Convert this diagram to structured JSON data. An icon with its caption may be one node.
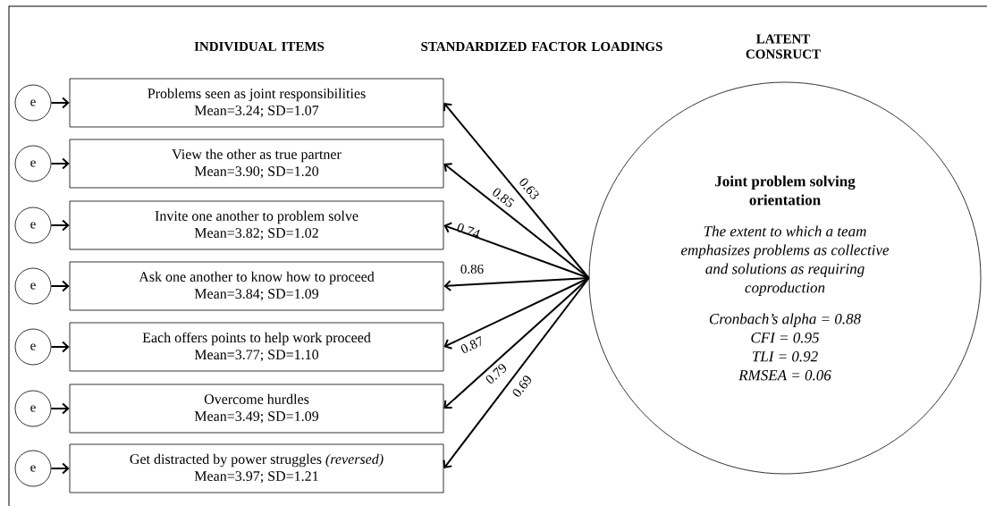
{
  "diagram": {
    "nodes": [
      {
        "text": [
          "e"
        ]
      },
      {
        "text": [
          "Problems seen as joint responsibilities",
          "Mean=3.24; SD=1.07"
        ]
      },
      {
        "text": [
          "e"
        ]
      },
      {
        "text": [
          "View the other as true partner",
          "Mean=3.90; SD=1.20"
        ]
      },
      {
        "text": [
          "e"
        ]
      },
      {
        "text": [
          "Invite one another to problem solve",
          "Mean=3.82; SD=1.02"
        ]
      },
      {
        "text": [
          "e"
        ]
      },
      {
        "text": [
          "Ask one another to know how to proceed",
          "Mean=3.84; SD=1.09"
        ]
      },
      {
        "text": [
          "e"
        ]
      },
      {
        "text": [
          "Each offers points to help work proceed",
          "Mean=3.77; SD=1.10"
        ]
      },
      {
        "text": [
          "e"
        ]
      },
      {
        "text": [
          "Overcome hurdles",
          "Mean=3.49; SD=1.09"
        ]
      },
      {
        "text": [
          "e"
        ]
      },
      {
        "text": [
          "Get distracted by power struggles *(reversed)*",
          "Mean=3.97; SD=1.21"
        ]
      },
      {
        "text": [
          "Joint problem solving orientation",
          "The extent to which a team emphasizes problems as collective and solutions as requiring coproduction",
          "Cronbach’s alpha = 0.88",
          "CFI = 0.95",
          "TLI = 0.92",
          "RMSEA = 0.06"
        ]
      }
    ],
    "edges": [
      {
        "from": 0,
        "to": 1,
        "arrow": "to"
      },
      {
        "from": 2,
        "to": 3,
        "arrow": "to"
      },
      {
        "from": 4,
        "to": 5,
        "arrow": "to"
      },
      {
        "from": 6,
        "to": 7,
        "arrow": "to"
      },
      {
        "from": 8,
        "to": 9,
        "arrow": "to"
      },
      {
        "from": 10,
        "to": 11,
        "arrow": "to"
      },
      {
        "from": 12,
        "to": 13,
        "arrow": "to"
      },
      {
        "from": 14,
        "to": 1,
        "arrow": "to",
        "label": "0.63"
      },
      {
        "from": 14,
        "to": 3,
        "arrow": "to",
        "label": "0.85"
      },
      {
        "from": 14,
        "to": 5,
        "arrow": "to",
        "label": "0.74"
      },
      {
        "from": 14,
        "to": 7,
        "arrow": "to",
        "label": "0.86"
      },
      {
        "from": 14,
        "to": 9,
        "arrow": "to",
        "label": "0.87"
      },
      {
        "from": 14,
        "to": 11,
        "arrow": "to",
        "label": "0.79"
      },
      {
        "from": 14,
        "to": 13,
        "arrow": "to",
        "label": "0.69"
      }
    ],
    "labels": [
      "INDIVIDUAL ITEMS",
      "STANDARDIZED FACTOR LOADINGS",
      "LATENT CONSRUCT"
    ]
  }
}
